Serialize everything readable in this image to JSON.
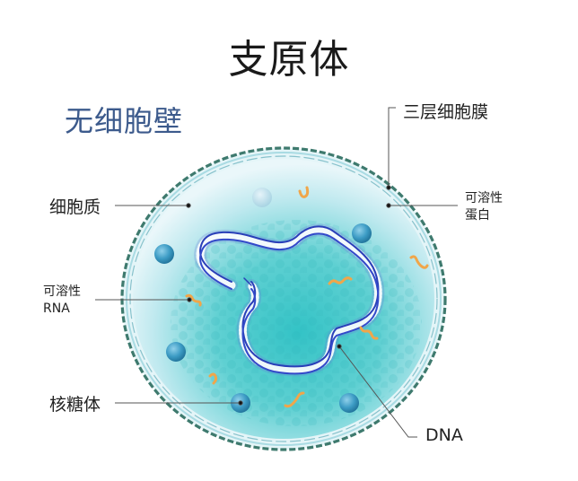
{
  "title": "支原体",
  "subtitle": "无细胞壁",
  "labels": {
    "membrane": "三层细胞膜",
    "soluble_protein_line1": "可溶性",
    "soluble_protein_line2": "蛋白",
    "cytoplasm": "细胞质",
    "soluble_rna_line1": "可溶性",
    "soluble_rna_line2": "RNA",
    "ribosome": "核糖体",
    "dna": "DNA"
  },
  "colors": {
    "title_text": "#1a1a1a",
    "subtitle_text": "#3c5a8c",
    "membrane_dash": "#3e7a6e",
    "membrane_inner": "#9fd3dc",
    "cytoplasm_light": "#e6f6f9",
    "cytoplasm_core": "#3fc4c9",
    "ribosome": "#3f9fc6",
    "dna_strand": "#2a3fb8",
    "rna": "#f0a64a",
    "leader_line": "#444444"
  }
}
